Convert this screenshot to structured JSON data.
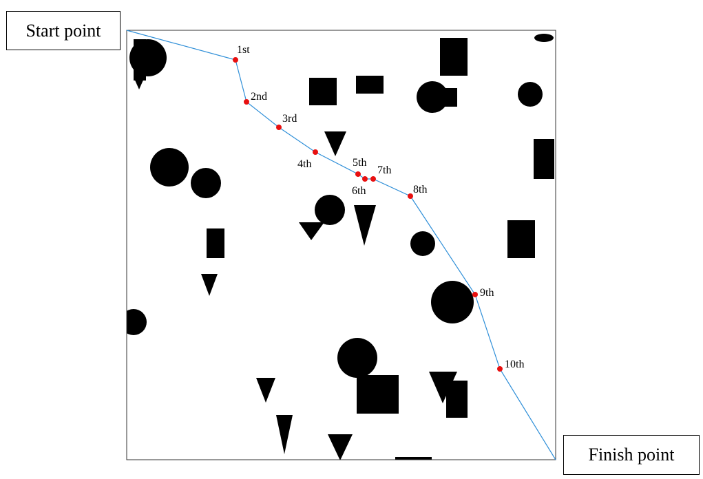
{
  "start_label": "Start point",
  "finish_label": "Finish point",
  "waypoints": [
    "1st",
    "2nd",
    "3rd",
    "4th",
    "5th",
    "6th",
    "7th",
    "8th",
    "9th",
    "10th"
  ],
  "colors": {
    "path": "#2f8fd8",
    "waypoint": "#e81010",
    "obstacle": "#000000",
    "frame": "#333333"
  }
}
